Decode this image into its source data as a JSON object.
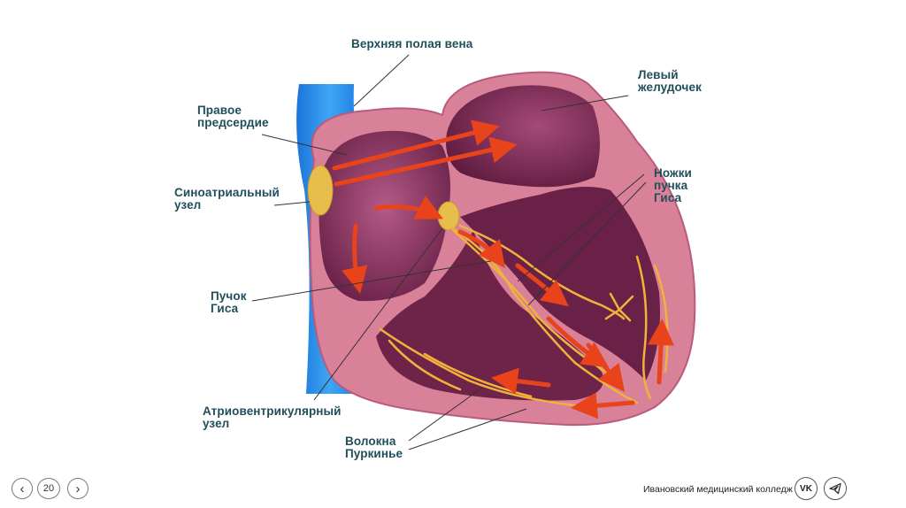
{
  "diagram": {
    "labels": {
      "svc": "Верхняя полая вена",
      "lv": "Левый\nжелудочек",
      "ra": "Правое\nпредсердие",
      "sa": "Синоатриальный\nузел",
      "bundle_branches": "Ножки\nпучка\nГиса",
      "his": "Пучок\nГиса",
      "av": "Атриовентрикулярный\nузел",
      "purkinje": "Волокна\nПуркинье"
    },
    "colors": {
      "label_text": "#1f4e5a",
      "vena_cava": "#2d8ee8",
      "heart_wall": "#d98199",
      "chamber": "#7c2f55",
      "node": "#e7bd4b",
      "fibers": "#f2b23a",
      "arrows": "#e8431a"
    }
  },
  "footer": {
    "prev_icon": "‹",
    "page_number": "20",
    "next_icon": "›",
    "college": "Ивановский медицинский колледж",
    "vk": "VK",
    "telegram_icon": "telegram-icon"
  }
}
